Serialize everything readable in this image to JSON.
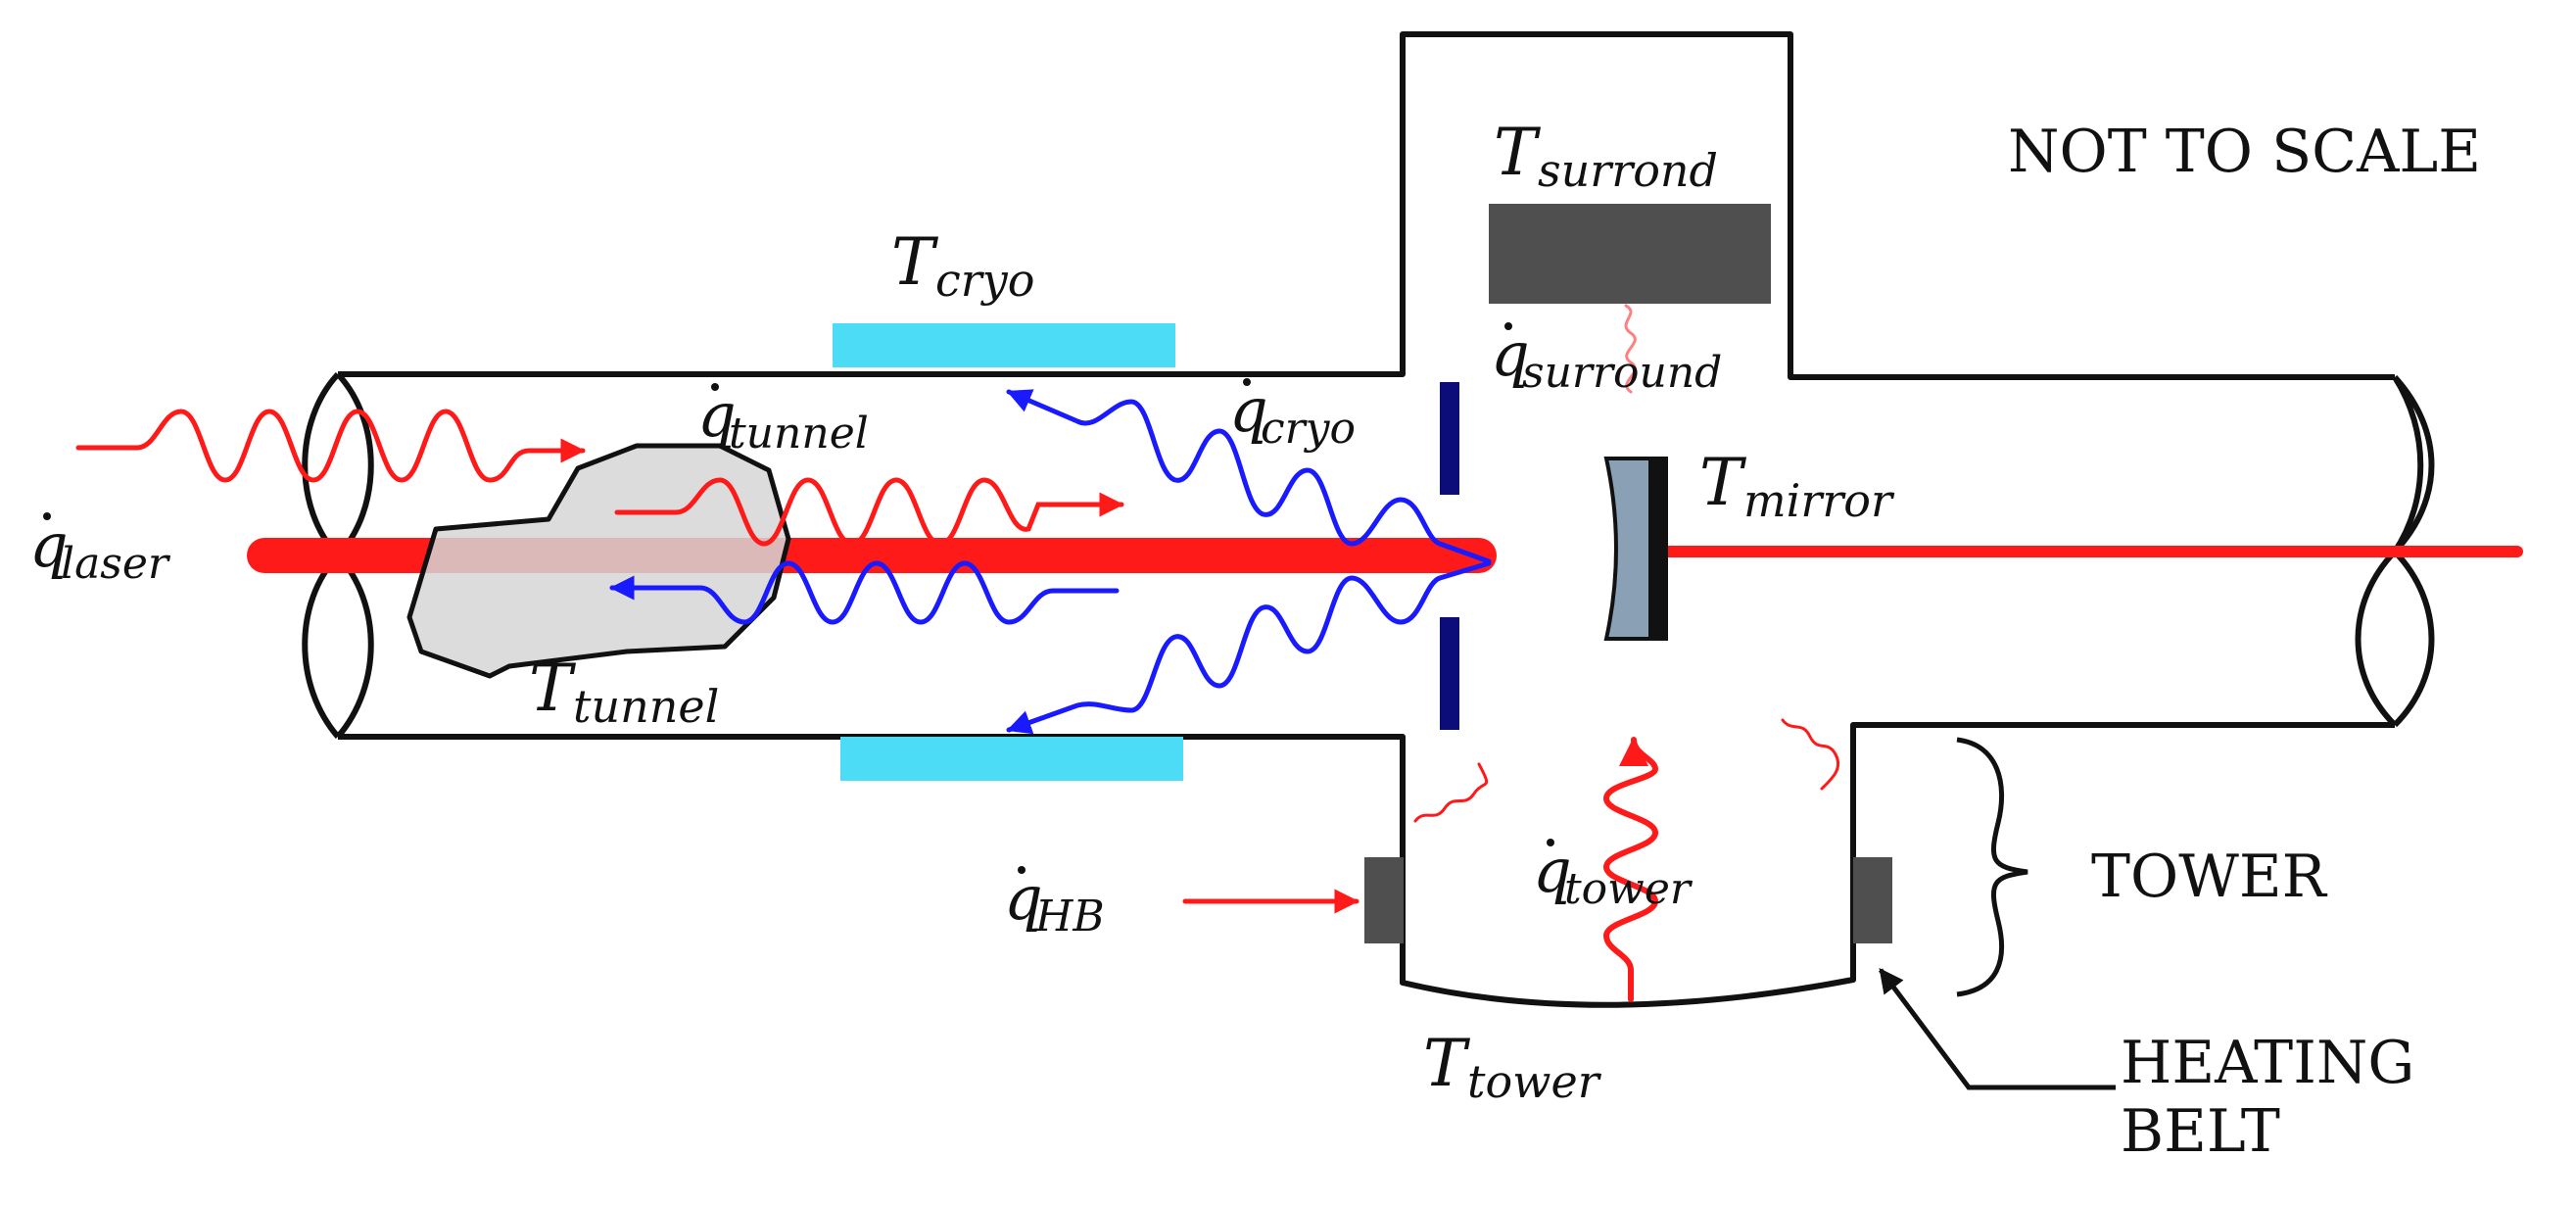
{
  "labels": {
    "t_surround": {
      "base": "T",
      "sub": "surrond"
    },
    "t_cryo": {
      "base": "T",
      "sub": "cryo"
    },
    "t_mirror": {
      "base": "T",
      "sub": "mirror"
    },
    "t_tunnel": {
      "base": "T",
      "sub": "tunnel"
    },
    "t_tower": {
      "base": "T",
      "sub": "tower"
    },
    "q_laser": {
      "base": "q",
      "sub": "laser"
    },
    "q_tunnel": {
      "base": "q",
      "sub": "tunnel"
    },
    "q_cryo": {
      "base": "q",
      "sub": "cryo"
    },
    "q_surround": {
      "base": "q",
      "sub": "surround"
    },
    "q_tower": {
      "base": "q",
      "sub": "tower"
    },
    "q_hb": {
      "base": "q",
      "sub": "HB"
    }
  },
  "annotations": {
    "not_to_scale": "NOT TO SCALE",
    "tower": "TOWER",
    "heating_belt_line1": "HEATING",
    "heating_belt_line2": "BELT"
  },
  "colors": {
    "laser_red": "#ff1a1a",
    "radiation_blue": "#1a1aff",
    "cryo_cyan": "#4ddcf5",
    "dark_block": "#4f4f4f",
    "baffle_navy": "#0d0d7a",
    "mirror_gray": "#8aa0b4",
    "deposit_gray": "#d6d6d6"
  }
}
